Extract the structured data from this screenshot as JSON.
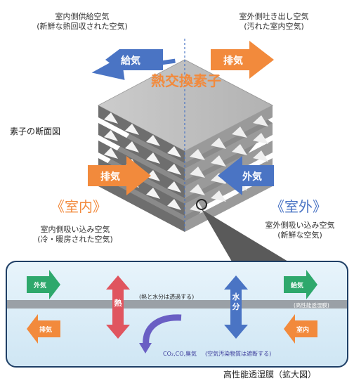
{
  "top": {
    "left_label_1": "室内側供給空気",
    "left_label_2": "(新鮮な熱回収された空気)",
    "right_label_1": "室外側吐き出し空気",
    "right_label_2": "(汚れた室内空気)"
  },
  "element_title": "熱交換素子",
  "section_label": "素子の断面図",
  "arrows": {
    "supply": "給気",
    "exhaust_top": "排気",
    "exhaust_left": "排気",
    "outside": "外気"
  },
  "indoor": {
    "title": "《室内》",
    "label_1": "室内側吸い込み空気",
    "label_2": "(冷・暖房された空気)"
  },
  "outdoor": {
    "title": "《室外》",
    "label_1": "室外側吸い込み空気",
    "label_2": "(新鮮な空気)"
  },
  "detail": {
    "outside_air": "外気",
    "supply": "給気",
    "exhaust": "排気",
    "indoor": "室内",
    "heat": "熱",
    "water_1": "水",
    "water_2": "分",
    "passes": "(熱と水分は透過する)",
    "membrane": "(高性能透湿膜)",
    "co2": "CO₂,CO,臭気",
    "blocked": "(空気汚染物質は遮断する)"
  },
  "caption": "高性能透湿膜（拡大図）",
  "colors": {
    "blue": "#4a74c4",
    "orange": "#f28a3c",
    "green": "#2ea86c",
    "red": "#e0555f",
    "panel": "#d6ebf7"
  }
}
